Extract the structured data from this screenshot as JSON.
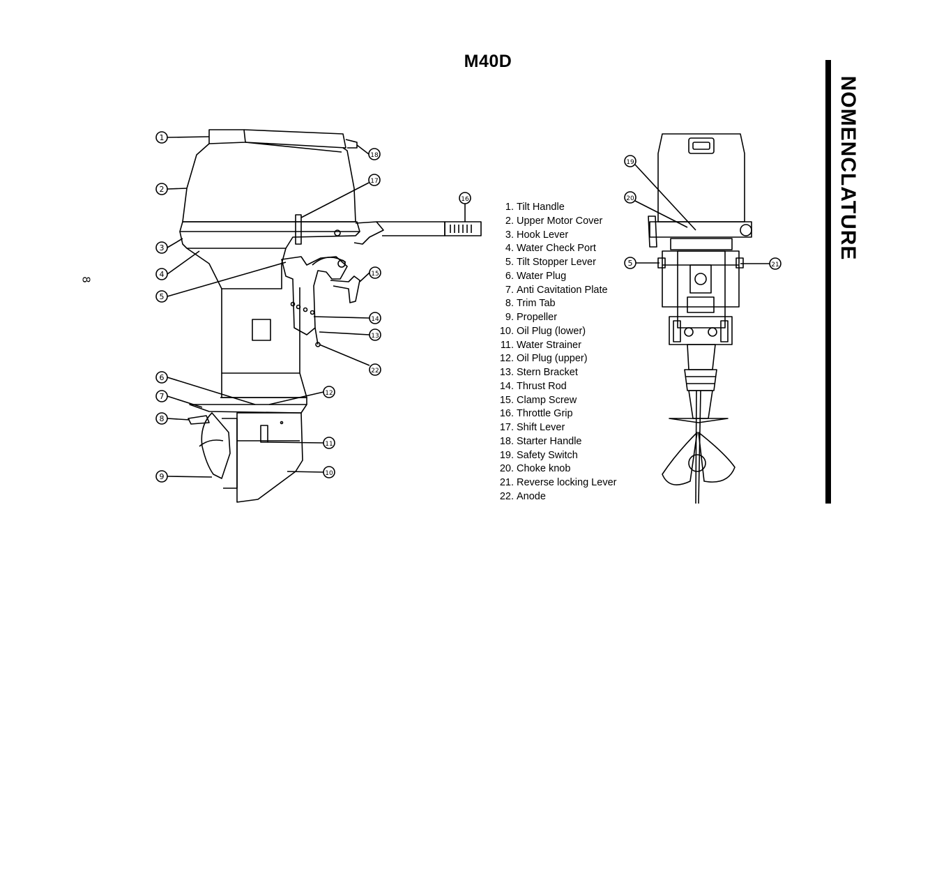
{
  "page": {
    "title": "M40D",
    "section": "NOMENCLATURE",
    "page_number": "8"
  },
  "legend": [
    {
      "num": "1.",
      "label": "Tilt Handle"
    },
    {
      "num": "2.",
      "label": "Upper Motor Cover"
    },
    {
      "num": "3.",
      "label": "Hook Lever"
    },
    {
      "num": "4.",
      "label": "Water Check Port"
    },
    {
      "num": "5.",
      "label": "Tilt Stopper Lever"
    },
    {
      "num": "6.",
      "label": "Water Plug"
    },
    {
      "num": "7.",
      "label": "Anti Cavitation Plate"
    },
    {
      "num": "8.",
      "label": "Trim Tab"
    },
    {
      "num": "9.",
      "label": "Propeller"
    },
    {
      "num": "10.",
      "label": "Oil Plug (lower)"
    },
    {
      "num": "11.",
      "label": "Water Strainer"
    },
    {
      "num": "12.",
      "label": "Oil Plug (upper)"
    },
    {
      "num": "13.",
      "label": "Stern Bracket"
    },
    {
      "num": "14.",
      "label": "Thrust Rod"
    },
    {
      "num": "15.",
      "label": "Clamp Screw"
    },
    {
      "num": "16.",
      "label": "Throttle Grip"
    },
    {
      "num": "17.",
      "label": "Shift Lever"
    },
    {
      "num": "18.",
      "label": "Starter Handle"
    },
    {
      "num": "19.",
      "label": "Safety Switch"
    },
    {
      "num": "20.",
      "label": "Choke knob"
    },
    {
      "num": "21.",
      "label": "Reverse locking Lever"
    },
    {
      "num": "22.",
      "label": "Anode"
    }
  ],
  "side_callouts": [
    "1",
    "2",
    "3",
    "4",
    "5",
    "6",
    "7",
    "8",
    "9",
    "10",
    "11",
    "12",
    "13",
    "14",
    "15",
    "16",
    "17",
    "18",
    "22"
  ],
  "rear_callouts": [
    "19",
    "20",
    "5",
    "21"
  ]
}
